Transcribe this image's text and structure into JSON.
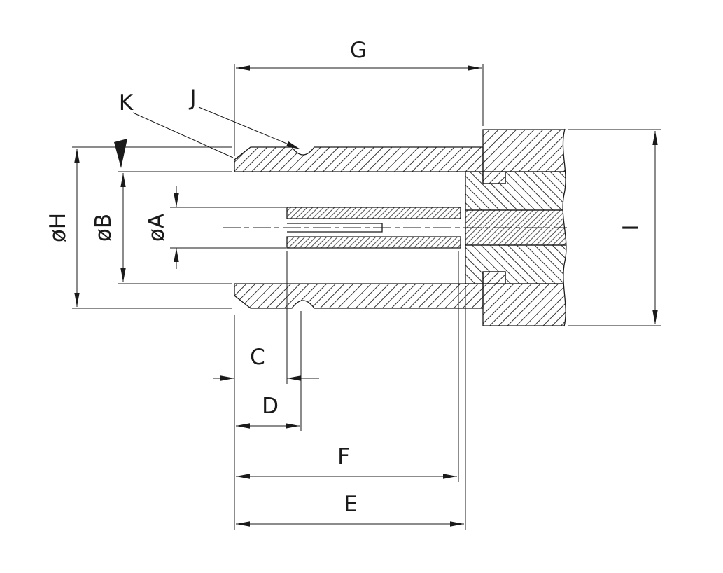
{
  "drawing": {
    "type": "engineering-cross-section",
    "colors": {
      "line": "#1a1a1a",
      "background": "#ffffff"
    },
    "labels": {
      "g": "G",
      "k": "K",
      "j": "J",
      "dia_h": "øH",
      "dia_b": "øB",
      "dia_a": "øA",
      "i": "I",
      "c": "C",
      "d": "D",
      "f": "F",
      "e": "E"
    }
  }
}
